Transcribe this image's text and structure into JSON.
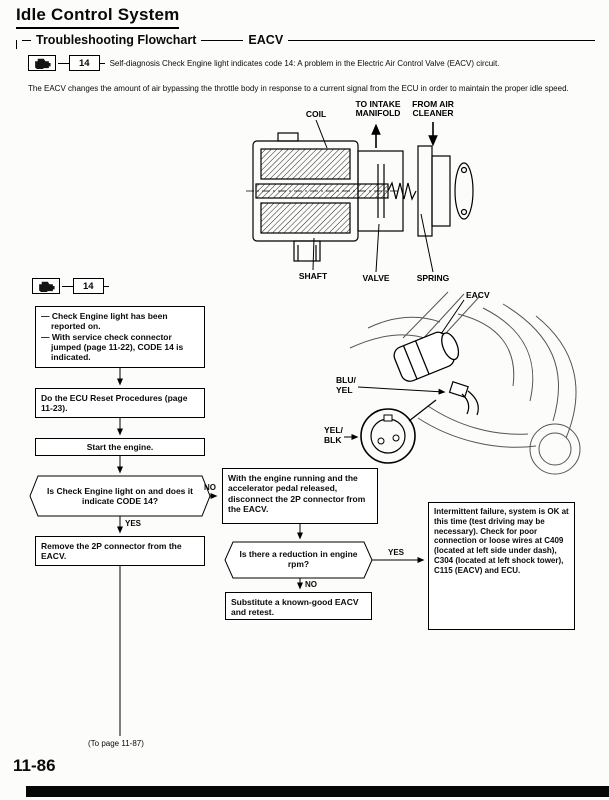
{
  "page": {
    "title": "Idle Control System",
    "section_title": "Troubleshooting Flowchart",
    "section_tag": "EACV",
    "page_number": "11-86",
    "continuation_note": "(To page 11-87)"
  },
  "intro": {
    "code": "14",
    "diagnosis_text": "Self-diagnosis Check Engine light indicates code 14: A problem in the Electric Air Control Valve (EACV) circuit.",
    "description": "The EACV changes the amount of air bypassing the throttle body in response to a current signal from the ECU in order to maintain the proper idle speed."
  },
  "valve_diagram": {
    "coil": "COIL",
    "to_intake": [
      "TO INTAKE",
      "MANIFOLD"
    ],
    "from_air": [
      "FROM AIR",
      "CLEANER"
    ],
    "shaft": "SHAFT",
    "valve": "VALVE",
    "spring": "SPRING"
  },
  "engine_diagram": {
    "eacv": "EACV",
    "blu_yel": [
      "BLU/",
      "YEL"
    ],
    "yel_blk": [
      "YEL/",
      "BLK"
    ]
  },
  "flowchart": {
    "code": "14",
    "box_reported_items": [
      "—  Check Engine light has been reported on.",
      "—  With service check connector jumped (page 11-22), CODE 14 is indicated."
    ],
    "box_ecu_reset": "Do the ECU Reset Procedures (page 11-23).",
    "box_start_engine": "Start the engine.",
    "decision_code14": "Is Check Engine light on and does it indicate CODE 14?",
    "no_label": "NO",
    "yes_label": "YES",
    "box_disconnect": "With the engine running and the accelerator pedal released, disconnect the 2P connector from the EACV.",
    "box_remove": "Remove the 2P connector from the EACV.",
    "decision_rpm": "Is there a reduction in engine rpm?",
    "rpm_yes_label": "YES",
    "rpm_no_label": "NO",
    "box_substitute": "Substitute a known-good EACV and retest.",
    "box_intermittent": "Intermittent failure, system is OK at this time (test driving may be necessary). Check for poor connection or loose wires at C409 (located at left side under dash), C304 (located at left shock tower), C115 (EACV) and ECU."
  }
}
